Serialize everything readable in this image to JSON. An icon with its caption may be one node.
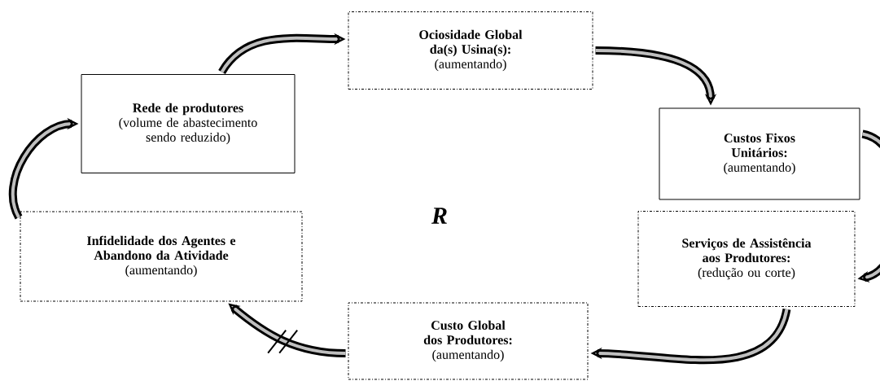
{
  "diagram": {
    "nodes": [
      {
        "text": [
          "Ociosidade Global da(s) Usina(s):",
          "(aumentando)"
        ]
      },
      {
        "text": [
          "Custos Fixos Unitários:",
          "(aumentando)"
        ]
      },
      {
        "text": [
          "Serviços de Assistência aos Produtores:",
          "(redução ou corte)"
        ]
      },
      {
        "text": [
          "Custo Global dos Produtores:",
          "(aumentando)"
        ]
      },
      {
        "text": [
          "Infidelidade dos Agentes e Abandono da Atividade",
          "(aumentando)"
        ]
      },
      {
        "text": [
          "Rede de produtores",
          "(volume de abastecimento sendo reduzido)"
        ]
      }
    ],
    "edges": [
      {
        "from": 5,
        "to": 0,
        "arrow": "to"
      },
      {
        "from": 0,
        "to": 1,
        "arrow": "to"
      },
      {
        "from": 1,
        "to": 2,
        "arrow": "to"
      },
      {
        "from": 2,
        "to": 3,
        "arrow": "to"
      },
      {
        "from": 3,
        "to": 4,
        "arrow": "to"
      },
      {
        "from": 4,
        "to": 5,
        "arrow": "to"
      }
    ],
    "labels": [
      "R"
    ]
  }
}
